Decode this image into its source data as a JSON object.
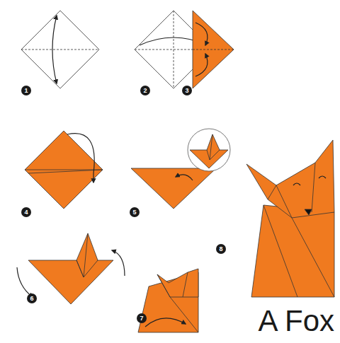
{
  "diagram": {
    "title": "A Fox",
    "labels": [
      "1",
      "2",
      "3",
      "4",
      "5",
      "6",
      "7",
      "8"
    ]
  }
}
